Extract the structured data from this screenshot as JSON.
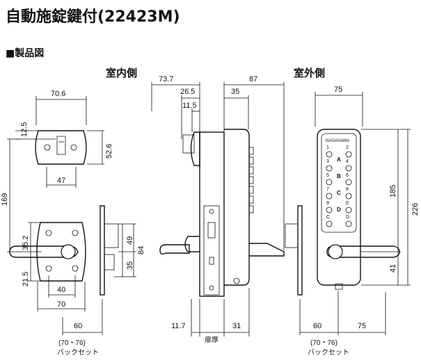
{
  "title": "自動施錠鍵付(22423M)",
  "subtitle": "■製品図",
  "views": {
    "inside_label": "室内側",
    "outside_label": "室外側"
  },
  "inside_dims": {
    "top_width": "70.6",
    "d12_5": "12.5",
    "d52_6": "52.6",
    "d47": "47",
    "d169": "169",
    "d35_2": "35.2",
    "d49": "49",
    "d84": "84",
    "d35": "35",
    "d21_5": "21.5",
    "d40": "40",
    "d70": "70",
    "d60": "60",
    "backset_range": "(70・76)",
    "backset_label": "バックセット"
  },
  "side_dims": {
    "d73_7": "73.7",
    "d26_5": "26.5",
    "d11_5": "11.5",
    "d35": "35",
    "d87": "87",
    "d11_7": "11.7",
    "d31": "31",
    "door_thickness_label": "扉厚"
  },
  "outside_dims": {
    "d75_top": "75",
    "d185": "185",
    "d226": "226",
    "d41": "41",
    "d60": "60",
    "d75_bottom": "75",
    "backset_range": "(70・76)",
    "backset_label": "バックセット"
  },
  "keypad": {
    "brand": "NAGASAWA",
    "left_column": [
      "1",
      "3",
      "5",
      "7",
      "9",
      "C"
    ],
    "right_column": [
      "2",
      "4",
      "6",
      "8",
      "0",
      "D"
    ],
    "center_column": [
      "A",
      "B",
      "C",
      "D"
    ]
  }
}
